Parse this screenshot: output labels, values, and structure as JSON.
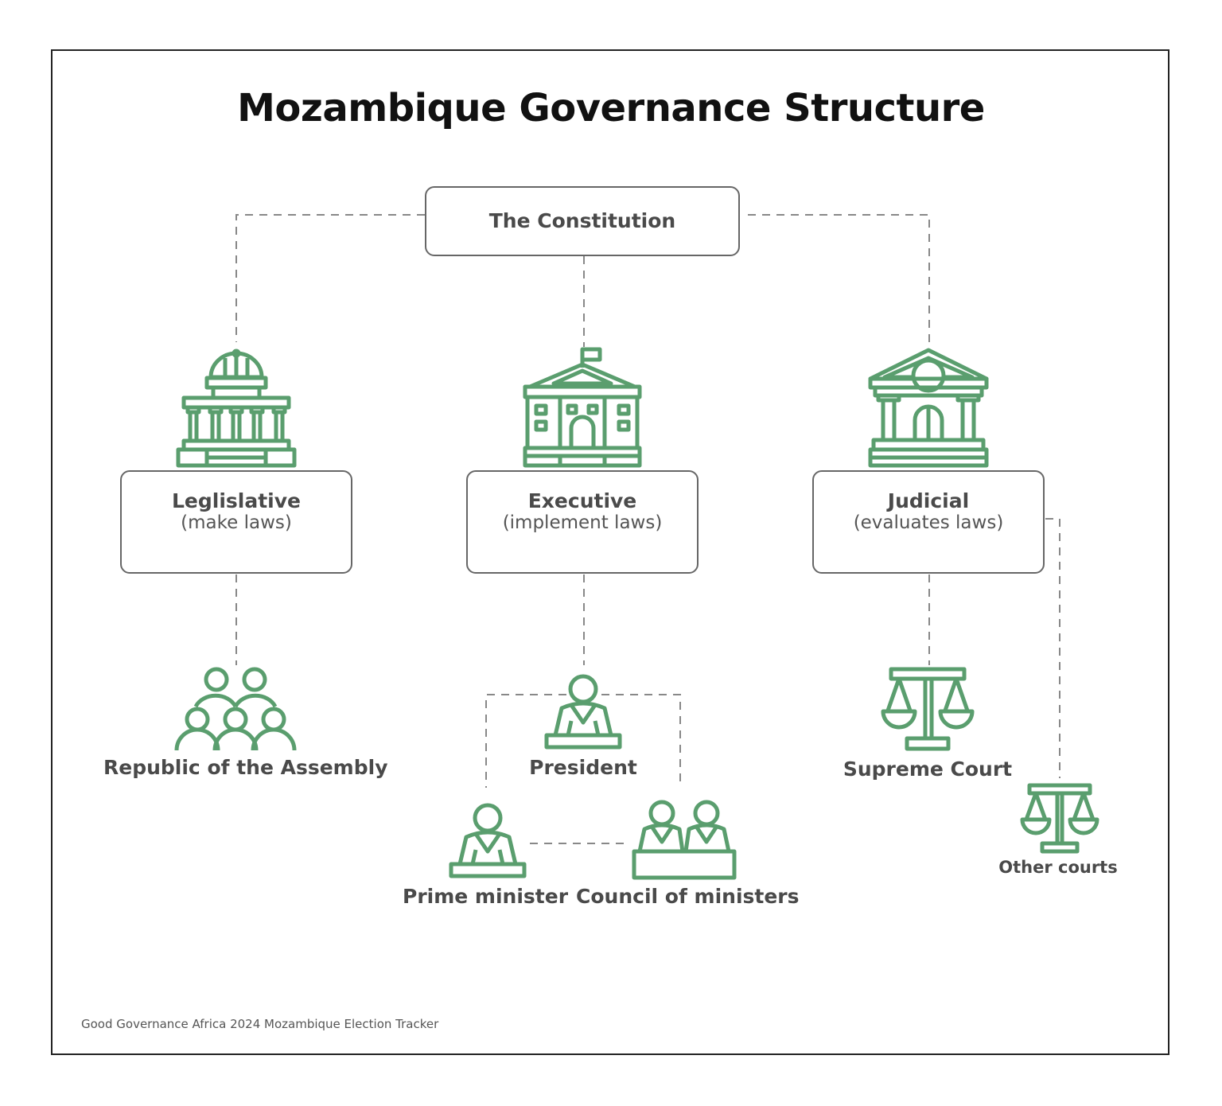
{
  "title": "Mozambique Governance Structure",
  "constitution": "The Constitution",
  "branches": [
    {
      "name": "Leglislative",
      "role": "(make laws)",
      "icon": "parliament-dome-icon"
    },
    {
      "name": "Executive",
      "role": "(implement laws)",
      "icon": "government-building-icon"
    },
    {
      "name": "Judicial",
      "role": "(evaluates laws)",
      "icon": "courthouse-icon"
    }
  ],
  "nodes": {
    "assembly": "Republic of the Assembly",
    "president": "President",
    "prime_minister": "Prime minister",
    "council": "Council of ministers",
    "supreme_court": "Supreme Court",
    "other_courts": "Other courts"
  },
  "credit": "Good Governance Africa 2024 Mozambique Election Tracker",
  "colors": {
    "icon_green": "#5a9e6e",
    "text": "#4a4a4a",
    "border": "#666666",
    "connector": "#888888"
  }
}
